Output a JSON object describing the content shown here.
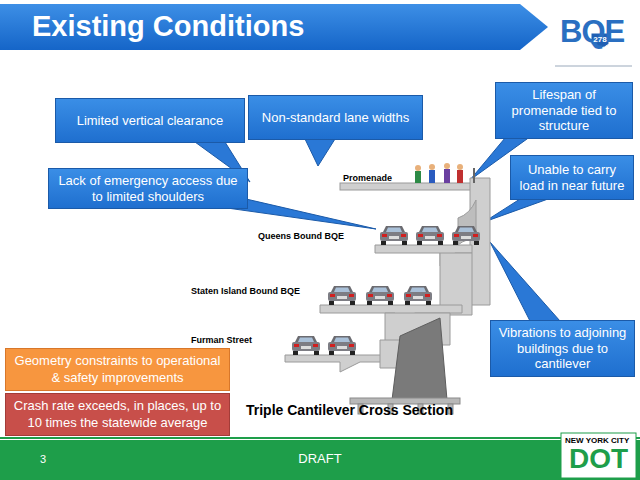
{
  "diagram": {
    "title": "Existing Conditions",
    "nodes": [
      {
        "text": [
          "Limited vertical clearance"
        ]
      },
      {
        "text": [
          "Non-standard lane widths"
        ]
      },
      {
        "text": [
          "Lifespan of promenade tied to structure"
        ]
      },
      {
        "text": [
          "Unable to carry load in near future"
        ]
      },
      {
        "text": [
          "Lack of emergency access due to limited shoulders"
        ]
      },
      {
        "text": [
          "Vibrations to adjoining buildings due to cantilever"
        ]
      },
      {
        "text": [
          "Geometry constraints to operational & safety improvements"
        ]
      },
      {
        "text": [
          "Crash rate exceeds, in places, up to 10 times the statewide average"
        ]
      }
    ],
    "edges": [],
    "labels": [
      "BQE",
      "278",
      "Promenade",
      "Queens Bound BQE",
      "Staten Island Bound BQE",
      "Furman Street",
      "Triple Cantilever Cross Section",
      "3",
      "DRAFT",
      "NEW YORK CITY",
      "DOT"
    ]
  }
}
